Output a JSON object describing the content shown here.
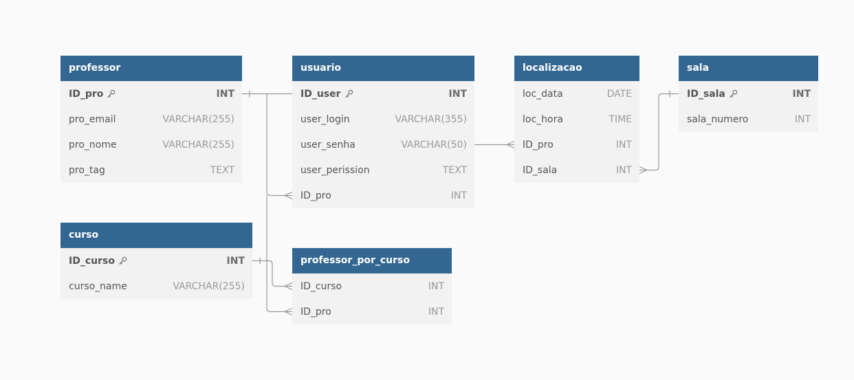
{
  "colors": {
    "header_bg": "#336791",
    "header_text": "#ffffff",
    "body_bg": "#f2f2f2",
    "line": "#999999",
    "background": "#fafafa"
  },
  "tables": [
    {
      "id": "professor",
      "name": "professor",
      "fields": [
        {
          "name": "ID_pro",
          "type": "INT",
          "pk": true
        },
        {
          "name": "pro_email",
          "type": "VARCHAR(255)"
        },
        {
          "name": "pro_nome",
          "type": "VARCHAR(255)"
        },
        {
          "name": "pro_tag",
          "type": "TEXT"
        }
      ]
    },
    {
      "id": "usuario",
      "name": "usuario",
      "fields": [
        {
          "name": "ID_user",
          "type": "INT",
          "pk": true
        },
        {
          "name": "user_login",
          "type": "VARCHAR(355)"
        },
        {
          "name": "user_senha",
          "type": "VARCHAR(50)"
        },
        {
          "name": "user_perission",
          "type": "TEXT"
        },
        {
          "name": "ID_pro",
          "type": "INT"
        }
      ]
    },
    {
      "id": "localizacao",
      "name": "localizacao",
      "fields": [
        {
          "name": "loc_data",
          "type": "DATE"
        },
        {
          "name": "loc_hora",
          "type": "TIME"
        },
        {
          "name": "ID_pro",
          "type": "INT"
        },
        {
          "name": "ID_sala",
          "type": "INT"
        }
      ]
    },
    {
      "id": "sala",
      "name": "sala",
      "fields": [
        {
          "name": "ID_sala",
          "type": "INT",
          "pk": true
        },
        {
          "name": "sala_numero",
          "type": "INT"
        }
      ]
    },
    {
      "id": "curso",
      "name": "curso",
      "fields": [
        {
          "name": "ID_curso",
          "type": "INT",
          "pk": true
        },
        {
          "name": "curso_name",
          "type": "VARCHAR(255)"
        }
      ]
    },
    {
      "id": "professor_por_curso",
      "name": "professor_por_curso",
      "fields": [
        {
          "name": "ID_curso",
          "type": "INT"
        },
        {
          "name": "ID_pro",
          "type": "INT"
        }
      ]
    }
  ],
  "relationships": [
    {
      "from_table": "professor",
      "from_field": "ID_pro",
      "to_table": "usuario",
      "to_field": "ID_pro",
      "cardinality": "one-to-many"
    },
    {
      "from_table": "professor",
      "from_field": "ID_pro",
      "to_table": "professor_por_curso",
      "to_field": "ID_pro",
      "cardinality": "one-to-many"
    },
    {
      "from_table": "curso",
      "from_field": "ID_curso",
      "to_table": "professor_por_curso",
      "to_field": "ID_curso",
      "cardinality": "one-to-many"
    },
    {
      "from_table": "usuario",
      "from_field": "user_senha",
      "to_table": "localizacao",
      "to_field": "ID_pro",
      "cardinality": "one-to-many"
    },
    {
      "from_table": "sala",
      "from_field": "ID_sala",
      "to_table": "localizacao",
      "to_field": "ID_sala",
      "cardinality": "one-to-many"
    }
  ]
}
